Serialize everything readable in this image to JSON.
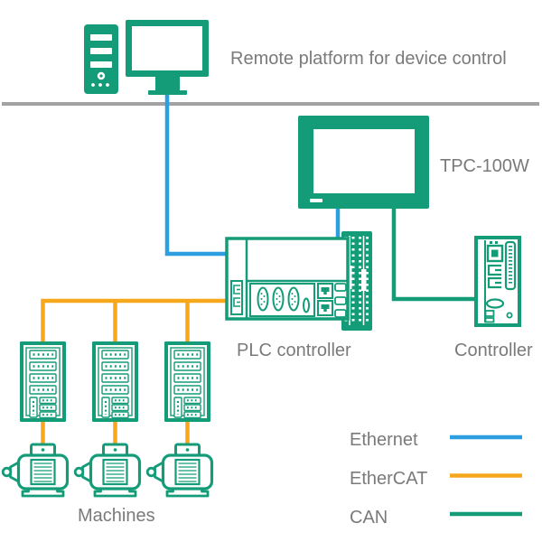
{
  "colors": {
    "device_green": "#149c78",
    "ethernet_blue": "#2d9fe0",
    "ethercat_orange": "#f6a71c",
    "can_green": "#149c78",
    "label_gray": "#7a7a7a",
    "backbone_gray": "#a2a2a2"
  },
  "labels": {
    "remote_platform": "Remote platform for device control",
    "tpc": "TPC-100W",
    "plc": "PLC controller",
    "controller": "Controller",
    "machines": "Machines"
  },
  "legend": {
    "items": [
      {
        "label": "Ethernet",
        "color": "#2d9fe0"
      },
      {
        "label": "EtherCAT",
        "color": "#f6a71c"
      },
      {
        "label": "CAN",
        "color": "#149c78"
      }
    ]
  },
  "nodes": [
    {
      "id": "remote-pc",
      "icon": "desktop-computer-icon",
      "caption": "Remote platform for device control"
    },
    {
      "id": "hmi-panel",
      "icon": "touch-panel-icon",
      "caption": "TPC-100W"
    },
    {
      "id": "plc",
      "icon": "plc-module-icon",
      "caption": "PLC controller"
    },
    {
      "id": "controller",
      "icon": "servo-controller-icon",
      "caption": "Controller"
    },
    {
      "id": "machines",
      "icon": "rack-and-motor-icon",
      "caption": "Machines",
      "count": 3
    }
  ],
  "connections": [
    {
      "from": "remote-pc",
      "to": "plc",
      "network": "Ethernet"
    },
    {
      "from": "hmi-panel",
      "to": "plc",
      "network": "Ethernet"
    },
    {
      "from": "hmi-panel",
      "to": "controller",
      "network": "CAN"
    },
    {
      "from": "plc",
      "to": "machines",
      "network": "EtherCAT"
    },
    {
      "from": "machines",
      "to": "motors",
      "network": "EtherCAT"
    }
  ]
}
